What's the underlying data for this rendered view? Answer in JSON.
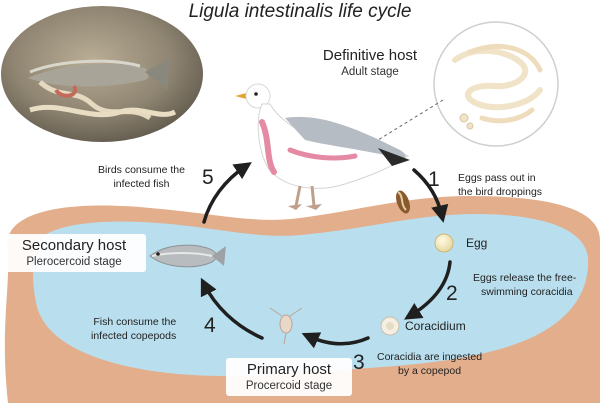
{
  "title": "Ligula intestinalis life cycle",
  "hosts": {
    "definitive": {
      "name": "Definitive host",
      "stage": "Adult stage"
    },
    "secondary": {
      "name": "Secondary host",
      "stage": "Plerocercoid stage"
    },
    "primary": {
      "name": "Primary host",
      "stage": "Procercoid stage"
    }
  },
  "steps": [
    {
      "number": "1",
      "text": [
        "Eggs pass out in",
        "the bird droppings"
      ]
    },
    {
      "number": "2",
      "text": [
        "Eggs release the free-",
        "swimming coracidia"
      ]
    },
    {
      "number": "3",
      "text": [
        "Coracidia are ingested",
        "by a copepod"
      ]
    },
    {
      "number": "4",
      "text": [
        "Fish consume the",
        "infected copepods"
      ]
    },
    {
      "number": "5",
      "text": [
        "Birds consume the",
        "infected fish"
      ]
    }
  ],
  "stages": {
    "egg": "Egg",
    "coracidium": "Coracidium"
  },
  "colors": {
    "water": "#b9dfee",
    "shore": "#e5b08e",
    "arrow": "#1f1f1f",
    "bird_pink": "#e58aa4",
    "worm": "#f4e6cf"
  }
}
